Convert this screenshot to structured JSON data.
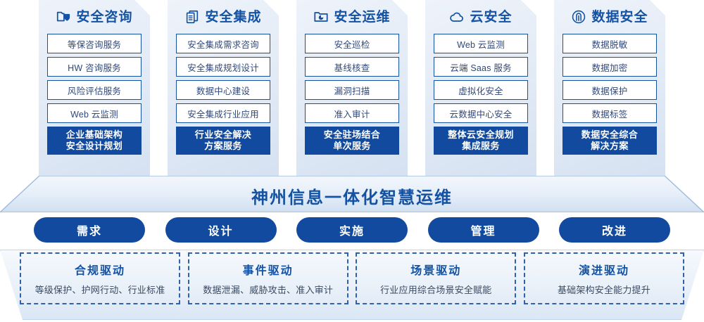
{
  "columns": [
    {
      "icon": "folder-shield-icon",
      "title": "安全咨询",
      "items": [
        "等保咨询服务",
        "HW 咨询服务",
        "风险评估服务",
        "Web 云监测"
      ],
      "highlight": [
        "企业基础架构",
        "安全设计规划"
      ]
    },
    {
      "icon": "documents-stack-icon",
      "title": "安全集成",
      "items": [
        "安全集成需求咨询",
        "安全集成规划设计",
        "数据中心建设",
        "安全集成行业应用"
      ],
      "highlight": [
        "行业安全解决",
        "方案服务"
      ]
    },
    {
      "icon": "folder-chart-icon",
      "title": "安全运维",
      "items": [
        "安全巡检",
        "基线核查",
        "漏洞扫描",
        "准入审计"
      ],
      "highlight": [
        "安全驻场结合",
        "单次服务"
      ]
    },
    {
      "icon": "cloud-icon",
      "title": "云安全",
      "items": [
        "Web 云监测",
        "云端 Saas 服务",
        "虚拟化安全",
        "云数据中心安全"
      ],
      "highlight": [
        "整体云安全规划",
        "集成服务"
      ]
    },
    {
      "icon": "fingerprint-icon",
      "title": "数据安全",
      "items": [
        "数据脱敏",
        "数据加密",
        "数据保护",
        "数据标签"
      ],
      "highlight": [
        "数据安全综合",
        "解决方案"
      ]
    }
  ],
  "banner": {
    "text": "神州信息一体化智慧运维"
  },
  "stages": [
    {
      "label": "需求"
    },
    {
      "label": "设计"
    },
    {
      "label": "实施"
    },
    {
      "label": "管理"
    },
    {
      "label": "改进"
    }
  ],
  "drivers": [
    {
      "title": "合规驱动",
      "desc": "等级保护、护网行动、行业标准"
    },
    {
      "title": "事件驱动",
      "desc": "数据泄漏、威胁攻击、准入审计"
    },
    {
      "title": "场景驱动",
      "desc": "行业应用综合场景安全赋能"
    },
    {
      "title": "演进驱动",
      "desc": "基础架构安全能力提升"
    }
  ],
  "colors": {
    "primary_blue": "#1452a3",
    "dark_blue": "#114a9e",
    "panel_bg": "#e6edf7",
    "item_text": "#30487a"
  }
}
